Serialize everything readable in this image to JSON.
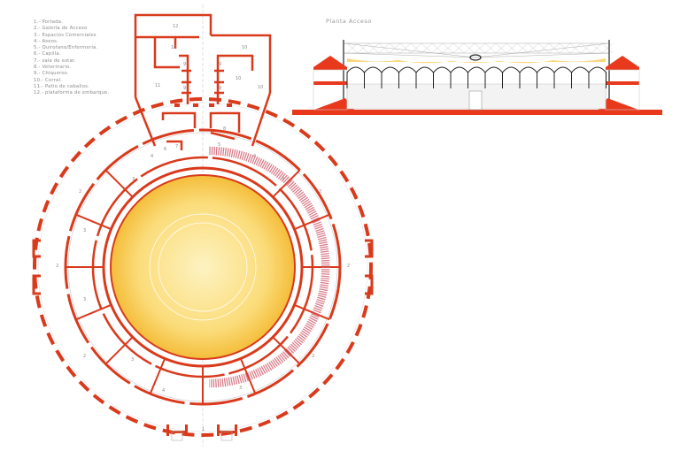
{
  "section": {
    "title": "Planta Acceso"
  },
  "legend": [
    "1.- Portada.",
    "2.- Galería de Acceso",
    "3.- Espacios Comerciales",
    "4.- Aseos.",
    "5.- Quirofano/Enfermeria.",
    "6.- Capilla.",
    "7.- sala de estar.",
    "8.- Veterinario.",
    "9.- Chiqueros.",
    "10.- Corral.",
    "11.- Patio de caballos.",
    "12.- plataforma de embarque."
  ],
  "room_labels": {
    "r1": "1",
    "r2": "2",
    "r3": "3",
    "r4": "4",
    "r5": "5",
    "r6": "6",
    "r7": "7",
    "r8": "8",
    "r9": "9",
    "r10": "10",
    "r11": "11",
    "r12": "12"
  },
  "colors": {
    "wall": "#d93a1c",
    "arena_center": "#fdf0b0",
    "arena_edge": "#f6c441",
    "line": "#bbbbbb"
  }
}
